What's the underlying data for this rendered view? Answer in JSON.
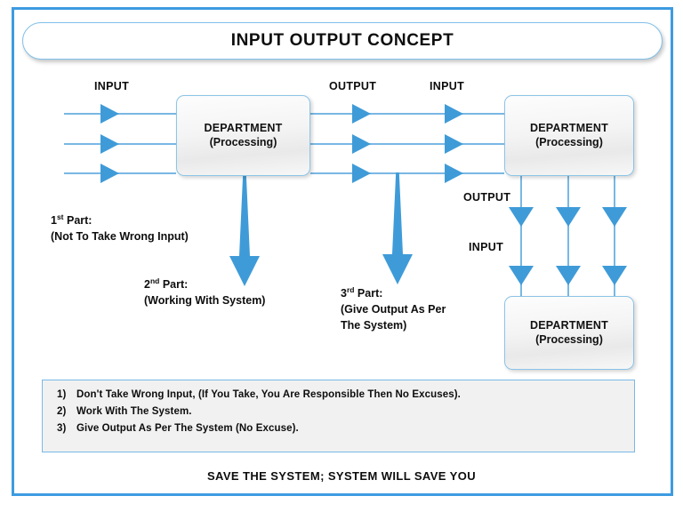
{
  "title": "INPUT OUTPUT CONCEPT",
  "departments": [
    {
      "name": "DEPARTMENT",
      "sub": "(Processing)"
    },
    {
      "name": "DEPARTMENT",
      "sub": "(Processing)"
    },
    {
      "name": "DEPARTMENT",
      "sub": "(Processing)"
    }
  ],
  "flow_labels": {
    "input_left": "INPUT",
    "output_middle": "OUTPUT",
    "input_middle": "INPUT",
    "output_right": "OUTPUT",
    "input_right": "INPUT"
  },
  "parts": [
    {
      "heading": "1",
      "ordinal": "st",
      "heading_tail": " Part:",
      "detail": "(Not To Take Wrong Input)"
    },
    {
      "heading": "2",
      "ordinal": "nd",
      "heading_tail": " Part:",
      "detail": "(Working With System)"
    },
    {
      "heading": "3",
      "ordinal": "rd",
      "heading_tail": " Part:",
      "detail_line1": "(Give Output As Per",
      "detail_line2": "The System)"
    }
  ],
  "rules": [
    {
      "num": "1)",
      "text": "Don't Take Wrong Input, (If You Take, You Are Responsible Then No Excuses)."
    },
    {
      "num": "2)",
      "text": "Work With The System."
    },
    {
      "num": "3)",
      "text": "Give Output As Per The System (No Excuse)."
    }
  ],
  "tagline": "SAVE THE SYSTEM; SYSTEM WILL SAVE YOU",
  "colors": {
    "frame_blue": "#3d9be0",
    "arrow_blue": "#3f9bd8",
    "line_blue": "#79b8e4",
    "box_border": "#8cc4e8",
    "rules_bg": "#f1f1f1"
  }
}
